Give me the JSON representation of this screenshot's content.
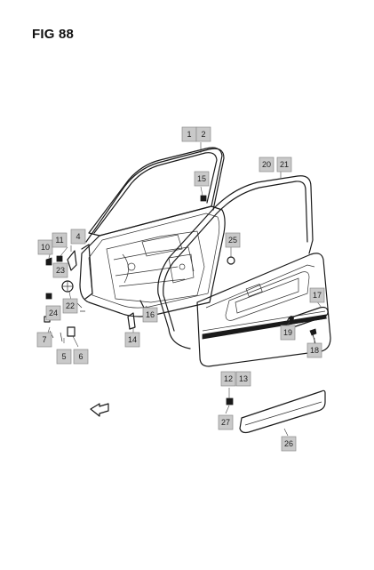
{
  "figure": {
    "title": "FIG 88"
  },
  "callouts": [
    {
      "id": "c1",
      "label": "1"
    },
    {
      "id": "c2",
      "label": "2"
    },
    {
      "id": "c4",
      "label": "4"
    },
    {
      "id": "c5",
      "label": "5"
    },
    {
      "id": "c6",
      "label": "6"
    },
    {
      "id": "c7",
      "label": "7"
    },
    {
      "id": "c10",
      "label": "10"
    },
    {
      "id": "c11",
      "label": "11"
    },
    {
      "id": "c12",
      "label": "12"
    },
    {
      "id": "c13",
      "label": "13"
    },
    {
      "id": "c14",
      "label": "14"
    },
    {
      "id": "c15",
      "label": "15"
    },
    {
      "id": "c16",
      "label": "16"
    },
    {
      "id": "c17",
      "label": "17"
    },
    {
      "id": "c18",
      "label": "18"
    },
    {
      "id": "c19",
      "label": "19"
    },
    {
      "id": "c20",
      "label": "20"
    },
    {
      "id": "c21",
      "label": "21"
    },
    {
      "id": "c22",
      "label": "22"
    },
    {
      "id": "c23",
      "label": "23"
    },
    {
      "id": "c24",
      "label": "24"
    },
    {
      "id": "c25",
      "label": "25"
    },
    {
      "id": "c26",
      "label": "26"
    },
    {
      "id": "c27",
      "label": "27"
    }
  ]
}
